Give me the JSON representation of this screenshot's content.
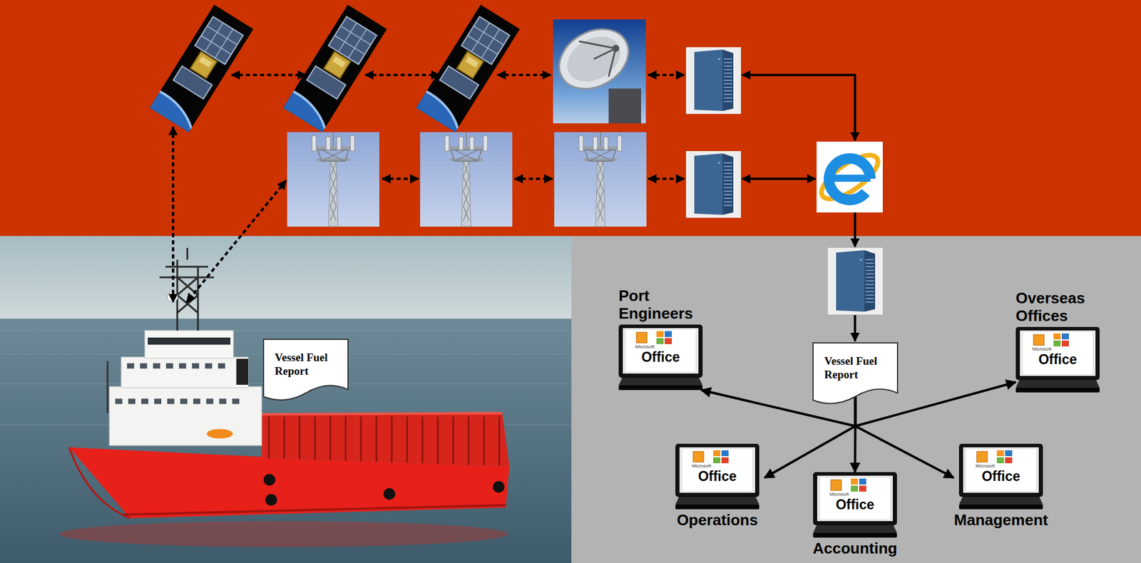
{
  "diagram": {
    "nodes": [
      {
        "text": [
          "Vessel Fuel Report"
        ]
      },
      {
        "text": [
          "Port Engineers",
          "Microsoft",
          "Office"
        ]
      },
      {
        "text": [
          "Vessel Fuel Report"
        ]
      },
      {
        "text": [
          "Overseas Offices",
          "Microsoft",
          "Office"
        ]
      },
      {
        "text": [
          "Operations",
          "Microsoft",
          "Office"
        ]
      },
      {
        "text": [
          "Accounting",
          "Microsoft",
          "Office"
        ]
      },
      {
        "text": [
          "Management",
          "Microsoft",
          "Office"
        ]
      }
    ],
    "edges": [
      {
        "from": 2,
        "to": 1,
        "arrow": "to"
      },
      {
        "from": 2,
        "to": 3,
        "arrow": "to"
      },
      {
        "from": 2,
        "to": 4,
        "arrow": "to"
      },
      {
        "from": 2,
        "to": 5,
        "arrow": "to"
      },
      {
        "from": 2,
        "to": 6,
        "arrow": "to"
      }
    ]
  }
}
